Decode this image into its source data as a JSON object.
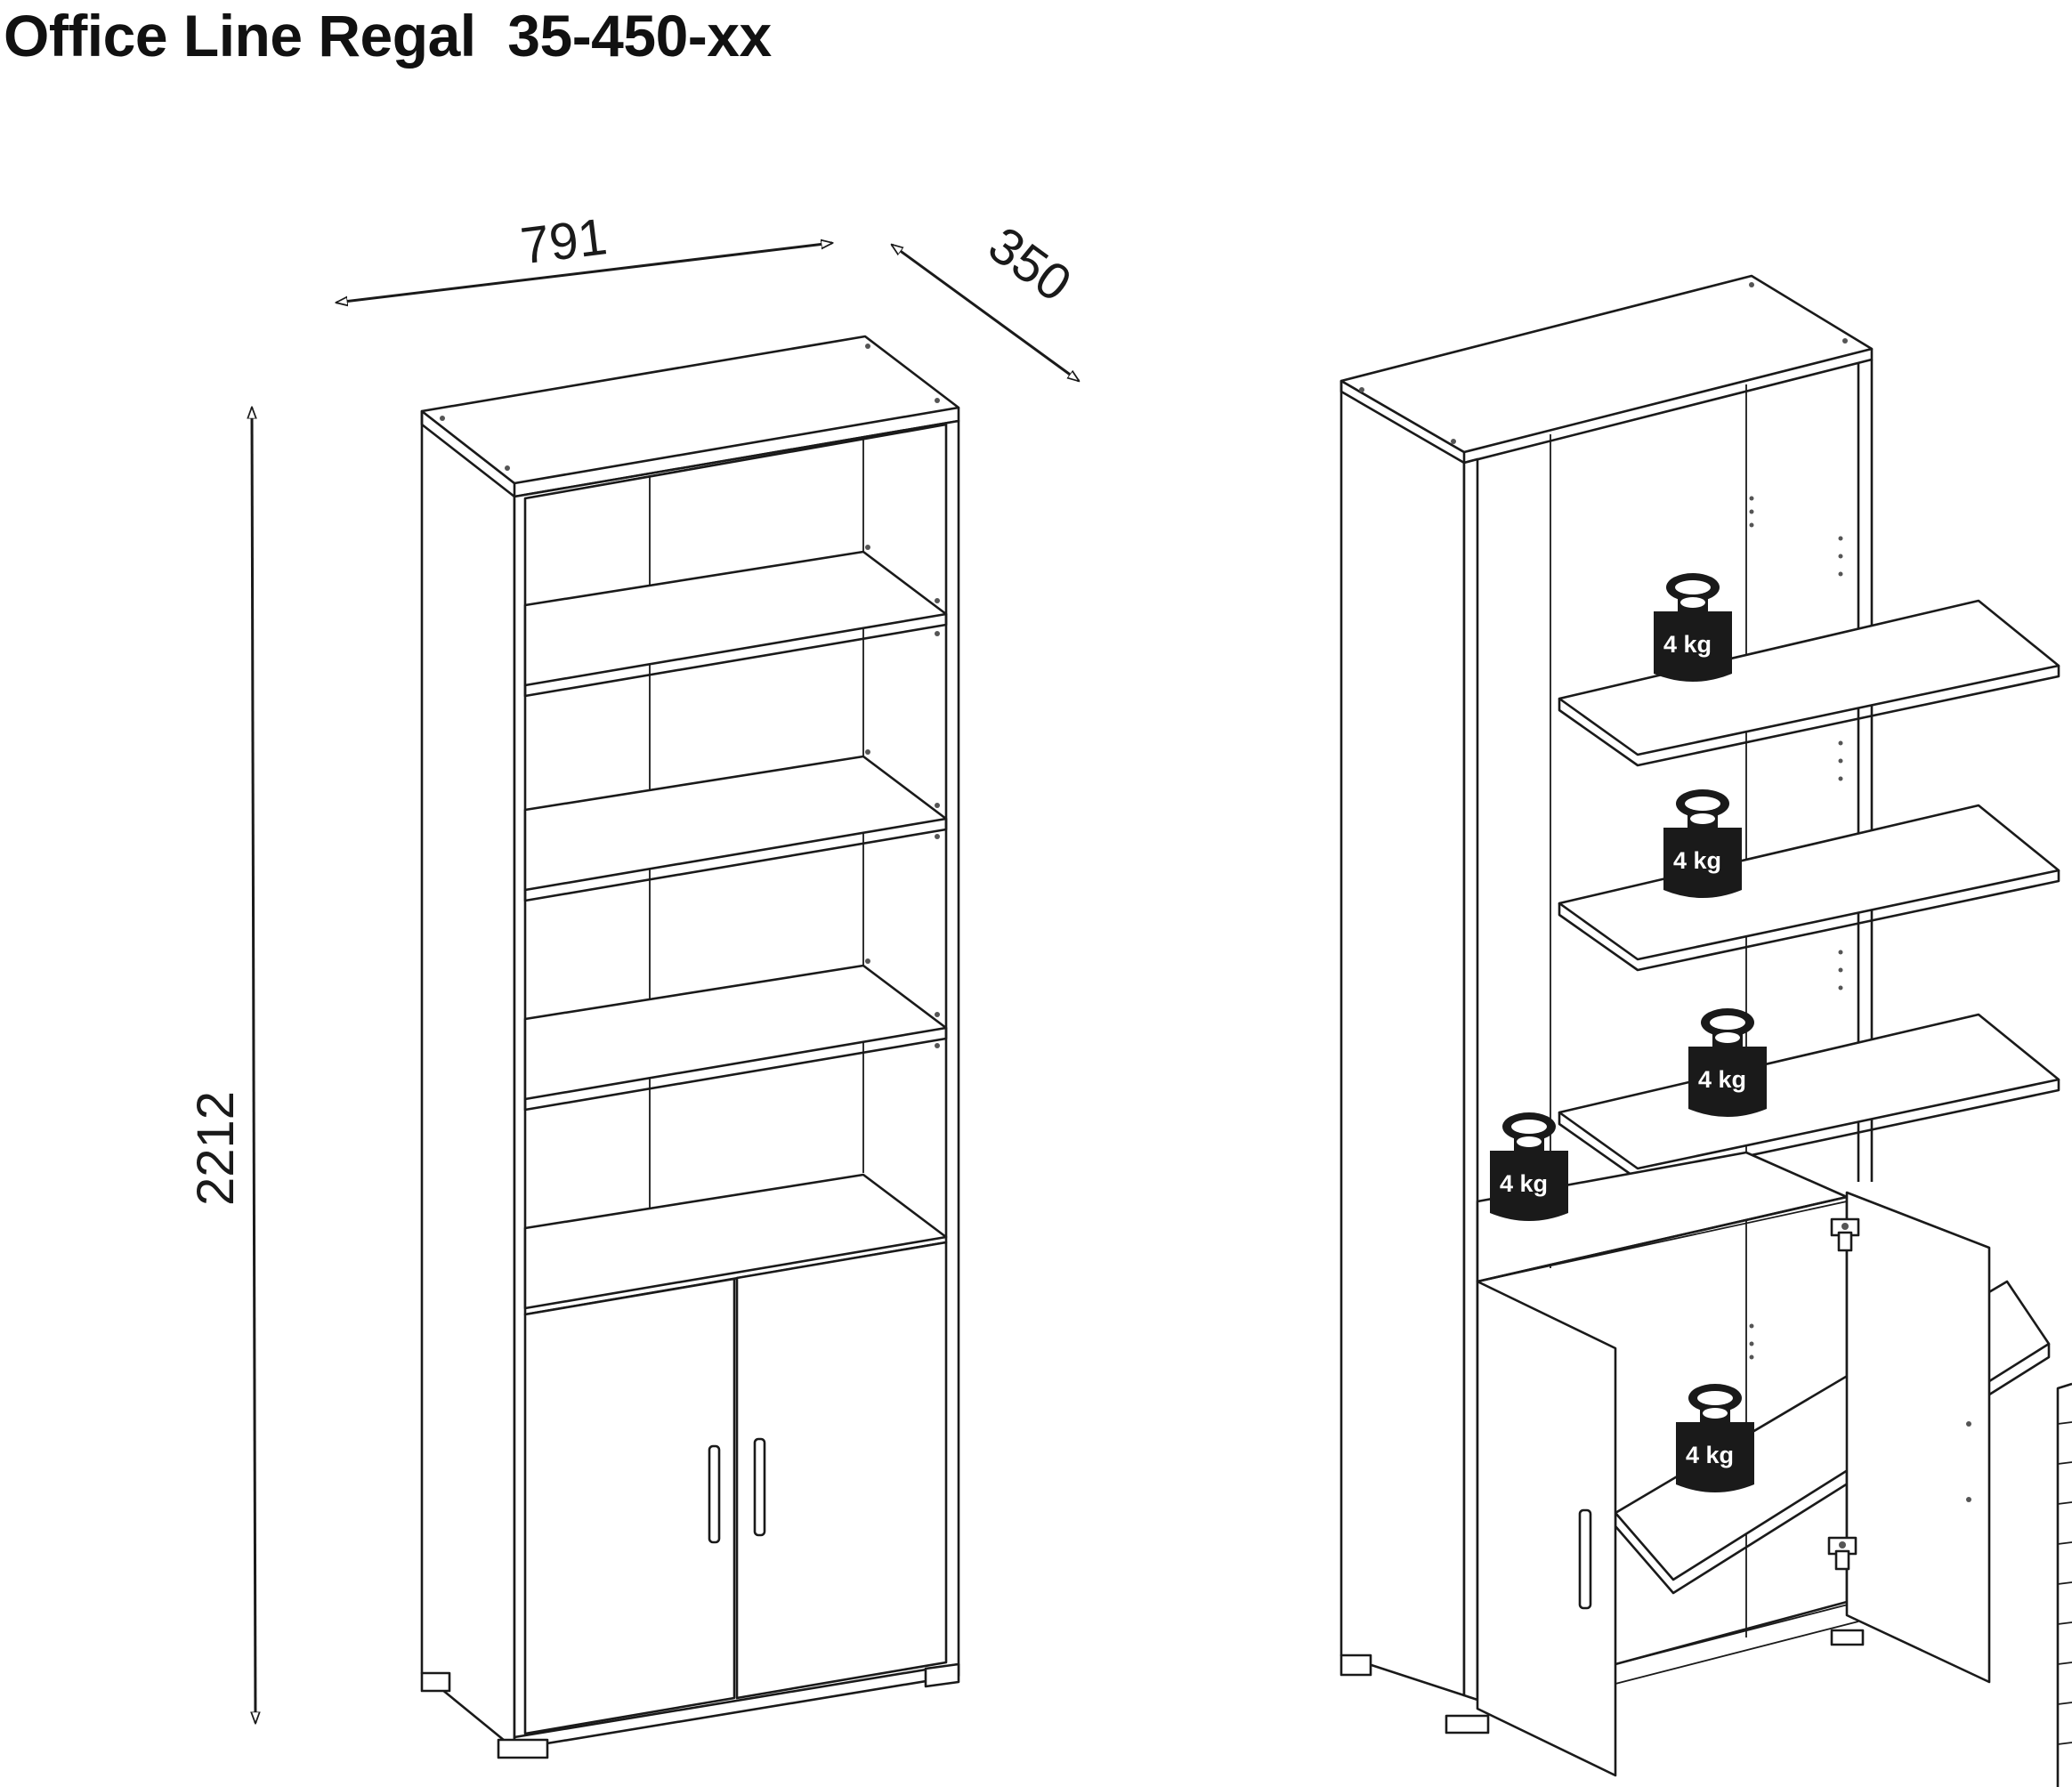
{
  "title": "Office Line Regal  35-450-xx",
  "dimensions": {
    "width": "791",
    "depth": "350",
    "height": "2212"
  },
  "weight_label": "4 kg",
  "weights": [
    "4 kg",
    "4 kg",
    "4 kg",
    "4 kg",
    "4 kg"
  ]
}
